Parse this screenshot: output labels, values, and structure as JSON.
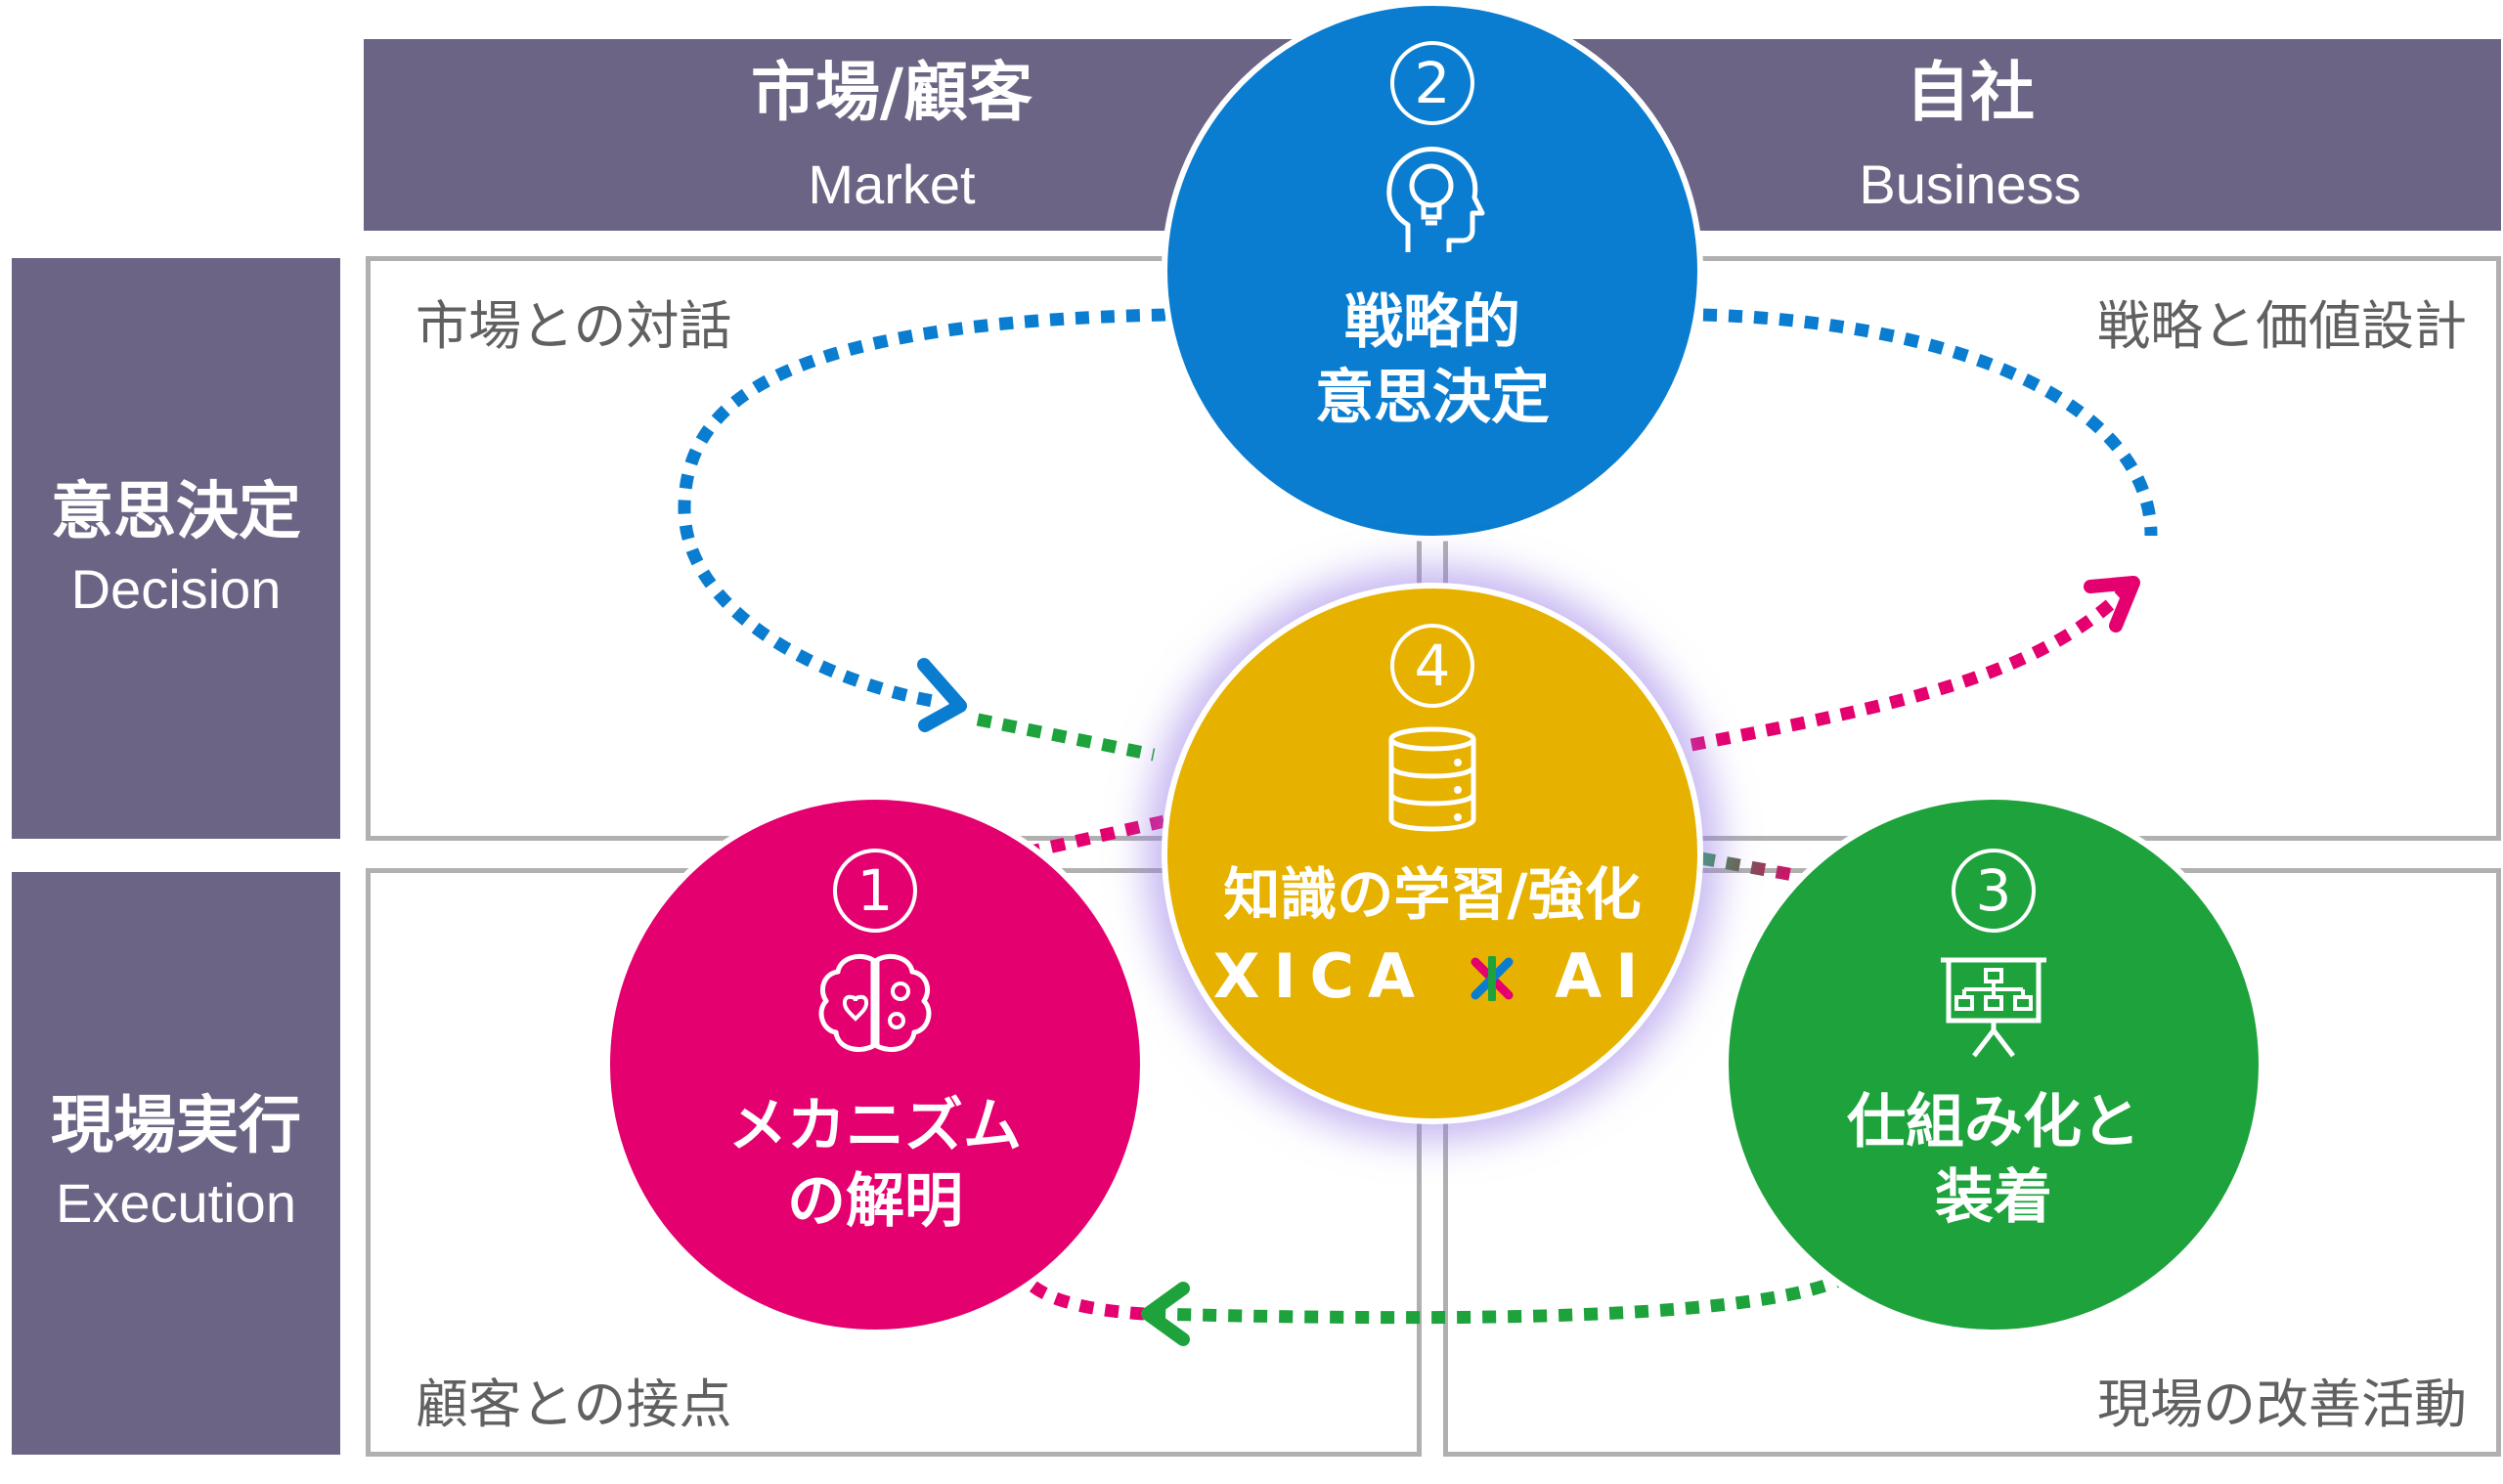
{
  "columns": {
    "market": {
      "jp": "市場/顧客",
      "en": "Market"
    },
    "business": {
      "jp": "自社",
      "en": "Business"
    }
  },
  "rows": {
    "decision": {
      "jp": "意思決定",
      "en": "Decision"
    },
    "execution": {
      "jp": "現場実行",
      "en": "Execution"
    }
  },
  "quadrants": {
    "top_left": "市場との対話",
    "top_right": "戦略と価値設計",
    "bottom_left": "顧客との接点",
    "bottom_right": "現場の改善活動"
  },
  "circles": [
    {
      "number": "1",
      "line1": "メカニズム",
      "line2": "の解明",
      "icon": "brain-gears-icon",
      "color": "#e4006e"
    },
    {
      "number": "2",
      "line1": "戦略的",
      "line2": "意思決定",
      "icon": "head-lightbulb-icon",
      "color": "#0a7dd0"
    },
    {
      "number": "3",
      "line1": "仕組み化と",
      "line2": "装着",
      "icon": "presentation-board-icon",
      "color": "#1da23c"
    },
    {
      "number": "4",
      "line1": "知識の学習/強化",
      "logo_left": "XICA",
      "logo_right": "AI",
      "icon": "database-icon",
      "color": "#e7b100"
    }
  ],
  "colors": {
    "band": "#6b6484",
    "blue_arrow": "#0a7dd0",
    "green_arrow": "#1da23c",
    "pink_arrow": "#e4006e",
    "grid_border": "#b0b0b0"
  }
}
